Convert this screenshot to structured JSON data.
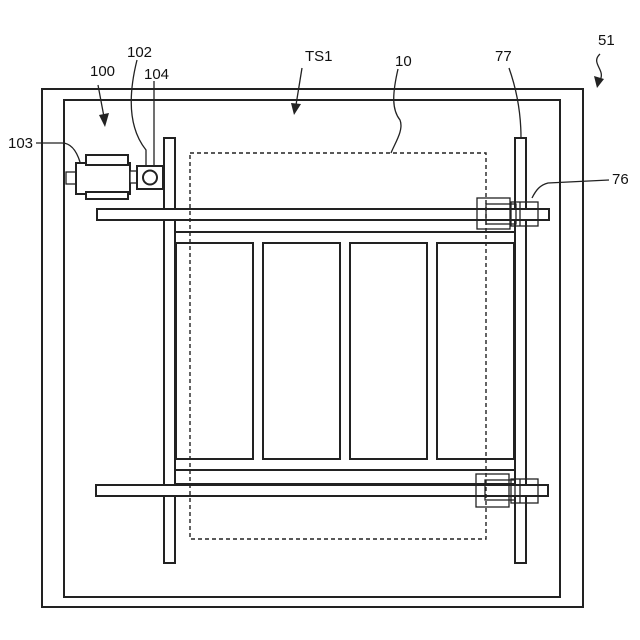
{
  "labels": {
    "ref_51": "51",
    "ref_100": "100",
    "ref_102": "102",
    "ref_104": "104",
    "ref_103": "103",
    "ref_ts1": "TS1",
    "ref_10": "10",
    "ref_77": "77",
    "ref_76": "76"
  }
}
